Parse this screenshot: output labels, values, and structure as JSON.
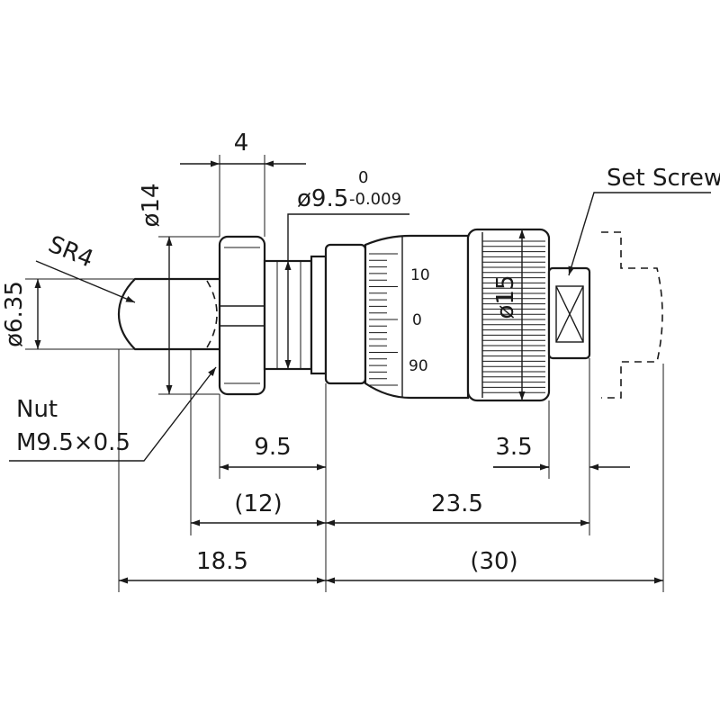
{
  "dimensions": {
    "nut_width": "4",
    "nut_diameter": "ø14",
    "spindle_diameter": "ø6.35",
    "sphere_radius": "SR4",
    "stem_diameter": "ø9.5",
    "stem_tol_upper": "0",
    "stem_tol_lower": "-0.009",
    "thimble_diameter": "ø15",
    "stem_length": "9.5",
    "nut_to_stem_end": "(12)",
    "spindle_to_stem_end": "18.5",
    "thimble_length": "23.5",
    "thimble_to_end": "(30)",
    "ratchet_length": "3.5"
  },
  "labels": {
    "nut_line1": "Nut",
    "nut_line2": "M9.5×0.5",
    "set_screw": "Set Screw"
  },
  "thimble_scale": [
    "10",
    "0",
    "90"
  ]
}
